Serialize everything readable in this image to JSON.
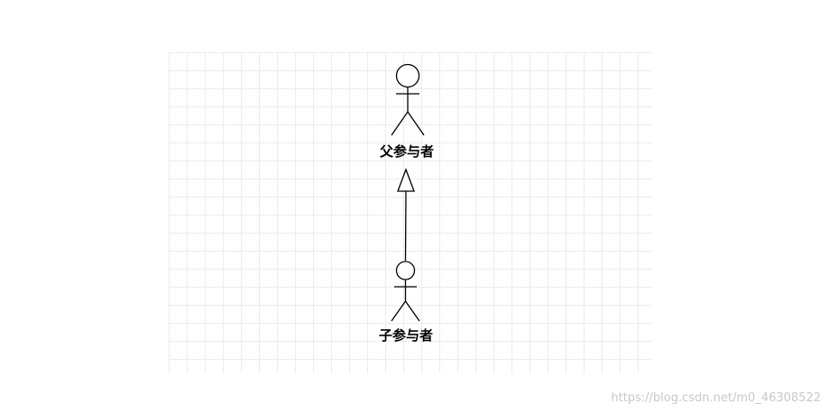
{
  "diagram": {
    "parent_actor": {
      "label": "父参与者"
    },
    "child_actor": {
      "label": "子参与者"
    },
    "relationship": "generalization"
  },
  "watermark": "https://blog.csdn.net/m0_46308522"
}
